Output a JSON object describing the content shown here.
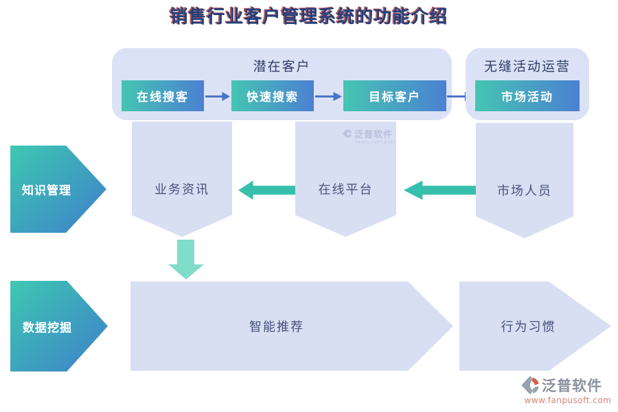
{
  "title": "销售行业客户管理系统的功能介绍",
  "top_flow": {
    "potential_customers_label": "潜在客户",
    "steps": [
      {
        "label": "在线搜客"
      },
      {
        "label": "快速搜索"
      },
      {
        "label": "目标客户"
      }
    ],
    "campaign_label": "无缝活动运营",
    "campaign_button": "市场活动"
  },
  "middle_row": {
    "knowledge_management": "知识管理",
    "business_info": "业务资讯",
    "online_platform": "在线平台",
    "market_staff": "市场人员"
  },
  "bottom_row": {
    "data_mining": "数据挖掘",
    "smart_recommendation": "智能推荐",
    "behavior_habits": "行为习惯"
  },
  "watermark": {
    "brand": "泛普软件",
    "brand_sub": "FANPU SOFTWARE",
    "url": "www.fanpusoft.com"
  },
  "colors": {
    "panel_bg": "#dbe2f5",
    "pentagon_bg": "#d8dff2",
    "button_gradient_start": "#45c5b2",
    "button_gradient_end": "#4b80d2",
    "blue_arrow": "#4a73c8",
    "teal_arrow": "#36bfad",
    "mint_arrow": "#7fddc9",
    "title_color": "#23407d",
    "label_color": "#2f3d69",
    "pentagon_text": "#46517b",
    "watermark_brand_color": "#8b919e",
    "watermark_url_color": "#d98272"
  }
}
